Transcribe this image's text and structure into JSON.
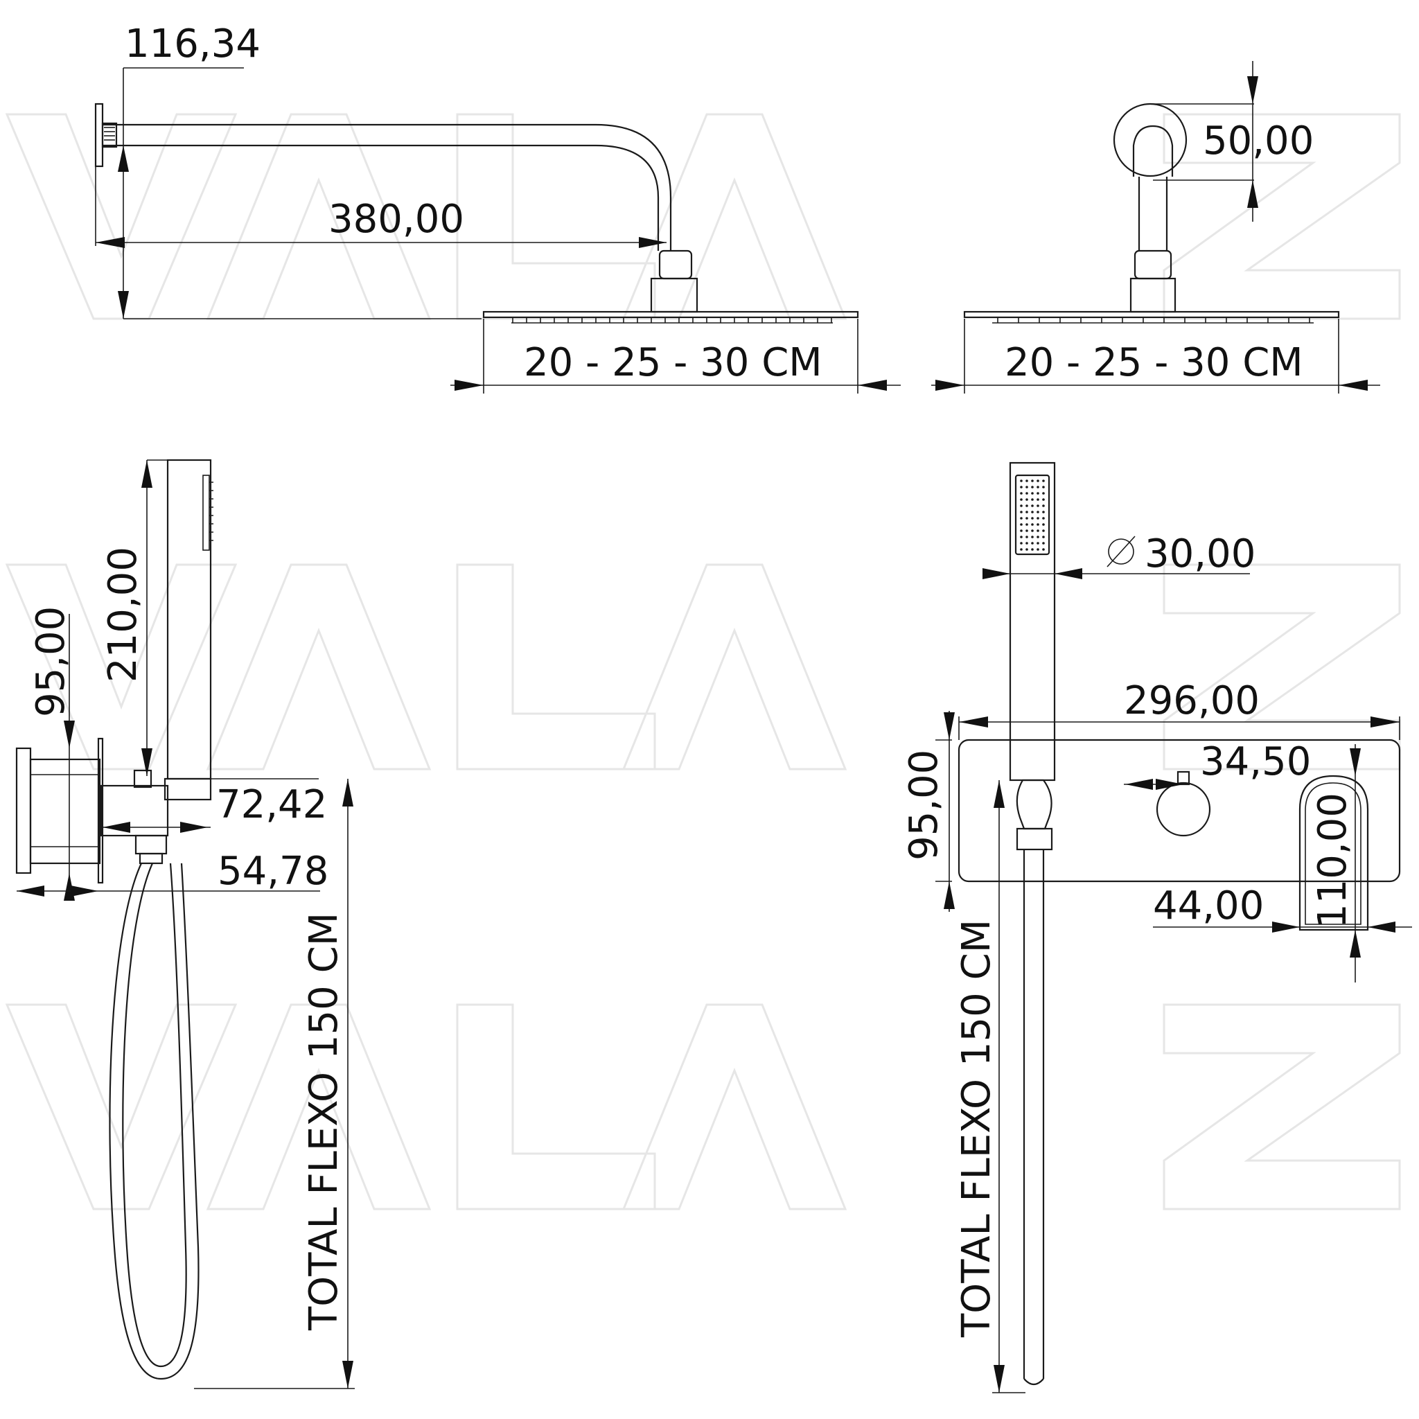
{
  "watermark": {
    "text": "VALAZ"
  },
  "dimensions": {
    "arm_flange": "116,34",
    "arm_length": "380,00",
    "head_width_side": "20 - 25 - 30 CM",
    "arm_drop": "50,00",
    "head_width_front": "20 - 25 - 30 CM",
    "handset_length": "210,00",
    "valve_height_left": "95,00",
    "outlet_offset": "72,42",
    "valve_depth": "54,78",
    "hose_total_left": "TOTAL FLEXO 150 CM",
    "handset_diameter": "30,00",
    "plate_width": "296,00",
    "knob_offset": "34,50",
    "plate_height_right": "95,00",
    "handle_height": "110,00",
    "handle_width": "44,00",
    "hose_total_right": "TOTAL FLEXO 150 CM"
  },
  "icons": {
    "diameter": "diameter-icon"
  },
  "colors": {
    "line": "#1a1a1a",
    "watermark": "#e6e6e6",
    "background": "#ffffff"
  }
}
